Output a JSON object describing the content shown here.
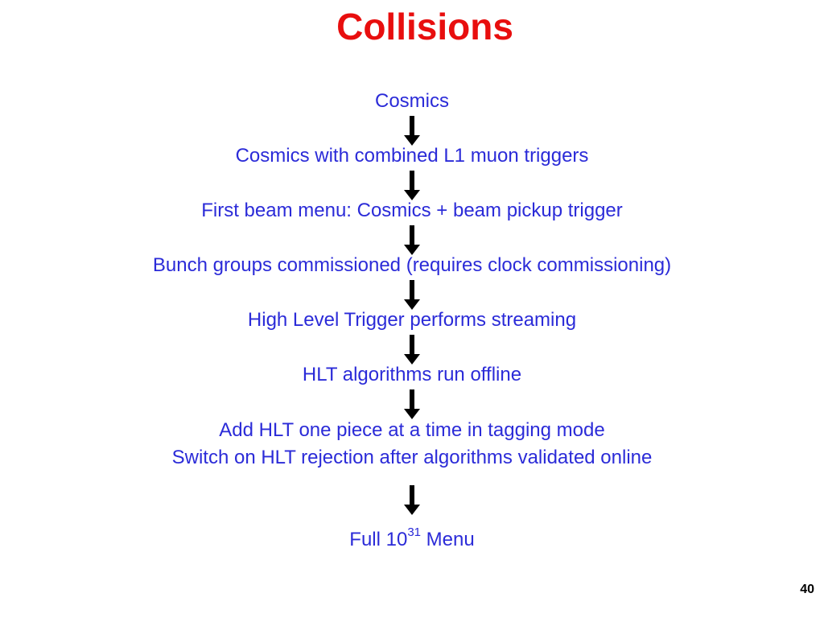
{
  "slide": {
    "title": "Collisions",
    "page_number": "40"
  },
  "steps": [
    {
      "text": "Cosmics"
    },
    {
      "text": "Cosmics with combined L1 muon triggers"
    },
    {
      "text": "First beam menu:  Cosmics + beam pickup trigger"
    },
    {
      "text": "Bunch groups commissioned (requires clock commissioning)"
    },
    {
      "text": "High Level Trigger performs streaming"
    },
    {
      "text": "HLT algorithms run offline"
    },
    {
      "text": "Add HLT one piece at a time in tagging mode",
      "text2": "Switch on HLT rejection after algorithms validated online"
    },
    {
      "prefix": "Full 10",
      "superscript": "31",
      "suffix": " Menu"
    }
  ],
  "colors": {
    "title": "#e80e0e",
    "step_text": "#2b2bd8",
    "arrow": "#000000"
  },
  "icons": {
    "flow_arrow": "down-arrow-icon"
  }
}
